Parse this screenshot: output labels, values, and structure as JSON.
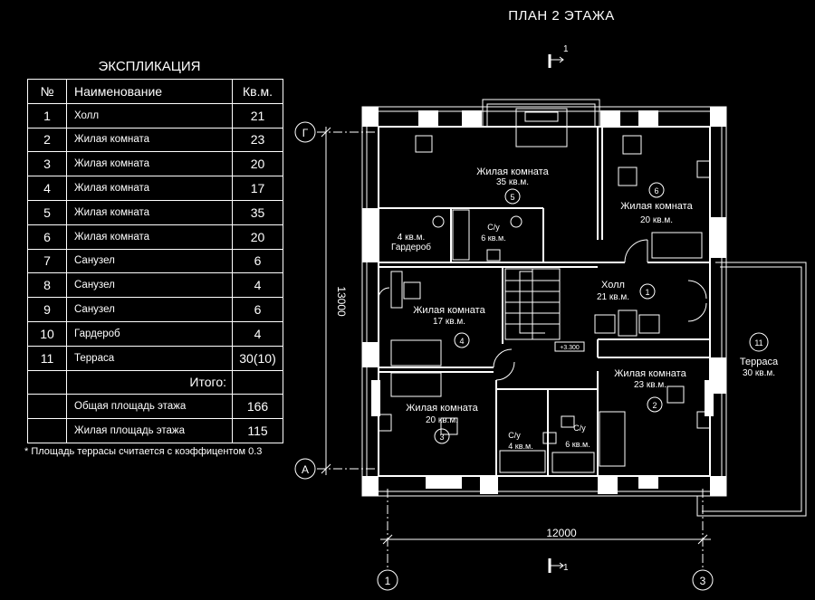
{
  "plan_title": "ПЛАН 2 ЭТАЖА",
  "explication": {
    "title": "ЭКСПЛИКАЦИЯ",
    "headers": {
      "num": "№",
      "name": "Наименование",
      "area": "Кв.м."
    },
    "rows": [
      {
        "num": "1",
        "name": "Холл",
        "area": "21"
      },
      {
        "num": "2",
        "name": "Жилая комната",
        "area": "23"
      },
      {
        "num": "3",
        "name": "Жилая комната",
        "area": "20"
      },
      {
        "num": "4",
        "name": "Жилая комната",
        "area": "17"
      },
      {
        "num": "5",
        "name": "Жилая комната",
        "area": "35"
      },
      {
        "num": "6",
        "name": "Жилая комната",
        "area": "20"
      },
      {
        "num": "7",
        "name": "Санузел",
        "area": "6"
      },
      {
        "num": "8",
        "name": "Санузел",
        "area": "4"
      },
      {
        "num": "9",
        "name": "Санузел",
        "area": "6"
      },
      {
        "num": "10",
        "name": "Гардероб",
        "area": "4"
      },
      {
        "num": "11",
        "name": "Терраса",
        "area": "30(10)"
      }
    ],
    "total_label": "Итого:",
    "total_floor": {
      "name": "Общая площадь этажа",
      "area": "166"
    },
    "total_living": {
      "name": "Жилая площадь этажа",
      "area": "115"
    },
    "footnote": "* Площадь террасы считается с коэффицентом 0.3"
  },
  "plan": {
    "section_mark": "1",
    "dim_vertical": "13000",
    "dim_horizontal": "12000",
    "axis_G": "Г",
    "axis_A": "А",
    "axis_1": "1",
    "axis_3": "3",
    "level_mark": "+3.300",
    "rooms": [
      {
        "num": "5",
        "name": "Жилая комната",
        "area": "35 кв.м."
      },
      {
        "num": "6",
        "name": "Жилая комната",
        "area": "20 кв.м."
      },
      {
        "num": "1",
        "name": "Холл",
        "area": "21 кв.м."
      },
      {
        "num": "4",
        "name": "Жилая комната",
        "area": "17 кв.м."
      },
      {
        "num": "2",
        "name": "Жилая комната",
        "area": "23 кв.м."
      },
      {
        "num": "3",
        "name": "Жилая комната",
        "area": "20 кв.м."
      },
      {
        "num": "11",
        "name": "Терраса",
        "area": "30 кв.м."
      }
    ],
    "wardrobe": {
      "area": "4 кв.м.",
      "name": "Гардероб"
    },
    "bath_top": {
      "name": "С/у",
      "area": "6 кв.м."
    },
    "bath_bl": {
      "name": "С/у",
      "area": "4 кв.м."
    },
    "bath_br": {
      "name": "С/у",
      "area": "6 кв.м."
    }
  }
}
